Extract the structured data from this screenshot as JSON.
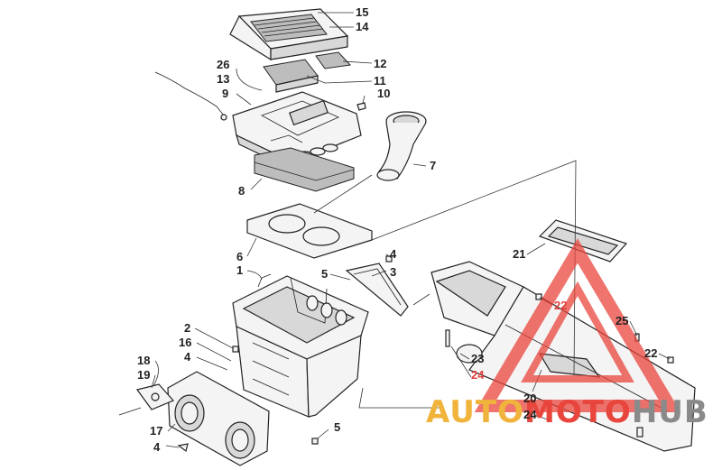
{
  "callouts": {
    "c15": "15",
    "c14": "14",
    "c12": "12",
    "c11": "11",
    "c26": "26",
    "c13": "13",
    "c9": "9",
    "c10": "10",
    "c7": "7",
    "c8": "8",
    "c6": "6",
    "c4a": "4",
    "c3": "3",
    "c5a": "5",
    "c1": "1",
    "c21": "21",
    "c22a": "22",
    "c25": "25",
    "c22b": "22",
    "c2": "2",
    "c16": "16",
    "c4b": "4",
    "c18": "18",
    "c19": "19",
    "c23": "23",
    "c24a": "24",
    "c20": "20",
    "c24b": "24",
    "c17": "17",
    "c5b": "5",
    "c4c": "4"
  },
  "watermark": {
    "part1": "AUTO",
    "part2": "MOTO",
    "part3": "HUB",
    "colors": {
      "part1": "#f0b43c",
      "part2": "#e8453c",
      "part3": "#8a8a8a"
    }
  }
}
